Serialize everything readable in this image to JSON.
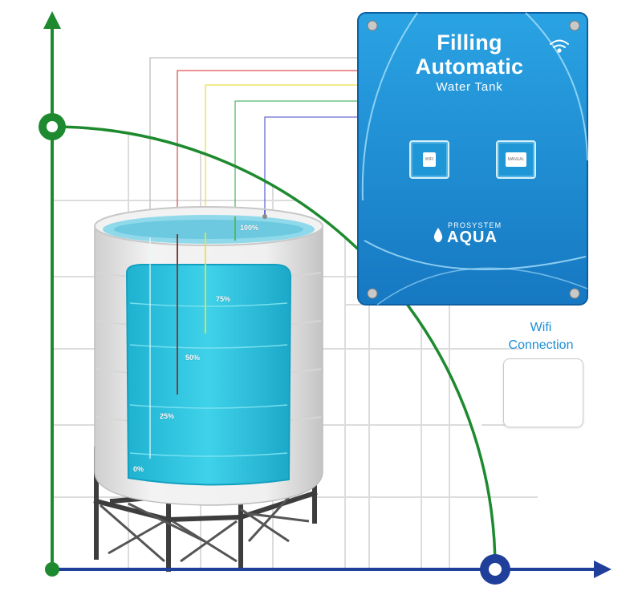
{
  "controller": {
    "title_line1": "Filling",
    "title_line2": "Automatic",
    "title_line3": "Water Tank",
    "wifi_button_label": "WIFI",
    "manual_button_label": "MANUAL",
    "brand_top": "PROSYSTEM",
    "brand_name": "AQUA",
    "color": "#1d8fd4"
  },
  "wifi_badge": {
    "line1": "Wifi",
    "line2": "Connection",
    "color": "#1b8fd6",
    "icon": "wifi-icon"
  },
  "tank": {
    "levels": [
      "100%",
      "75%",
      "50%",
      "25%",
      "0%"
    ],
    "water_color": "#27c3de"
  },
  "axes": {
    "vertical_color": "#1e8a2f",
    "horizontal_color": "#1f3f9a",
    "curve_color": "#1e8a2f"
  }
}
